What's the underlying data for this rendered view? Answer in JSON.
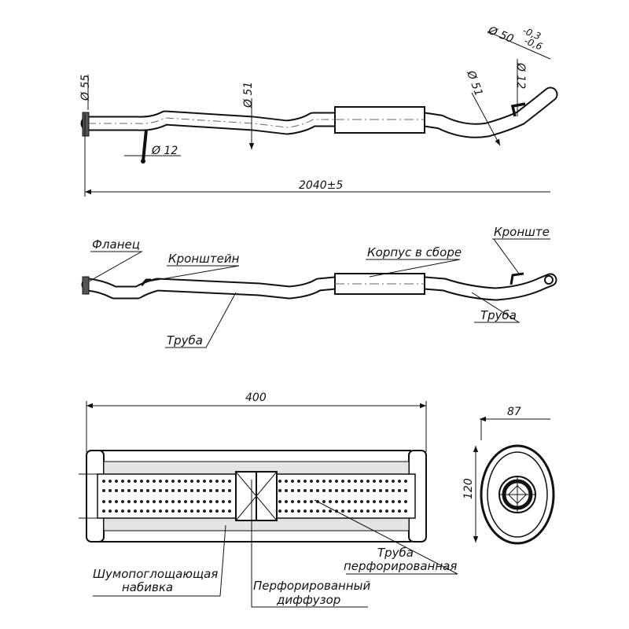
{
  "view_top": {
    "dims": {
      "flange_diameter": "Ø 55",
      "pipe_diameter_left": "Ø 51",
      "pipe_diameter_right": "Ø 51",
      "bracket_diameter_left": "Ø 12",
      "bracket_diameter_right": "Ø 12",
      "outlet_diameter": "Ø 50",
      "outlet_tol_upper": "-0,3",
      "outlet_tol_lower": "-0,6",
      "total_length": "2040±5"
    }
  },
  "view_middle": {
    "labels": {
      "flange": "Фланец",
      "bracket_left": "Кронштейн",
      "body_assembly": "Корпус в сборе",
      "bracket_right": "Кронште",
      "pipe_left": "Труба",
      "pipe_right": "Труба"
    }
  },
  "view_section": {
    "dims": {
      "length": "400",
      "width": "87",
      "height": "120"
    },
    "labels": {
      "packing_line1": "Шумопоглощающая",
      "packing_line2": "набивка",
      "perf_pipe_line1": "Труба",
      "perf_pipe_line2": "перфорированная",
      "diffuser_line1": "Перфорированный",
      "diffuser_line2": "диффузор"
    }
  }
}
